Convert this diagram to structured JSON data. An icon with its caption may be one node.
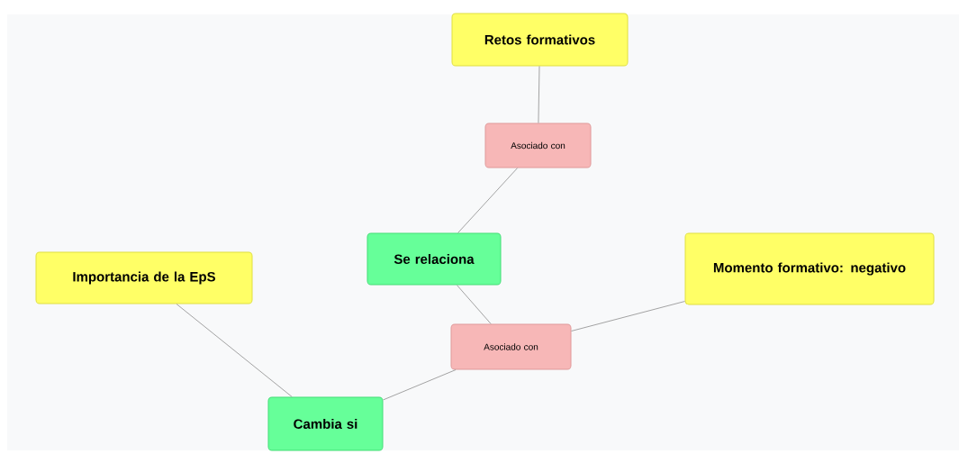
{
  "diagram": {
    "nodes": [
      {
        "text": [
          "Retos formativos"
        ]
      },
      {
        "text": [
          "Asociado con"
        ]
      },
      {
        "text": [
          "Se relaciona"
        ]
      },
      {
        "text": [
          "Momento formativo: negativo"
        ]
      },
      {
        "text": [
          "Importancia de la EpS"
        ]
      },
      {
        "text": [
          "Asociado con"
        ]
      },
      {
        "text": [
          "Cambia si"
        ]
      }
    ],
    "edges": [
      {
        "from": 0,
        "to": 1,
        "arrow": "none"
      },
      {
        "from": 1,
        "to": 2,
        "arrow": "none"
      },
      {
        "from": 2,
        "to": 5,
        "arrow": "none"
      },
      {
        "from": 5,
        "to": 3,
        "arrow": "none"
      },
      {
        "from": 5,
        "to": 6,
        "arrow": "none"
      },
      {
        "from": 4,
        "to": 6,
        "arrow": "none"
      }
    ]
  }
}
